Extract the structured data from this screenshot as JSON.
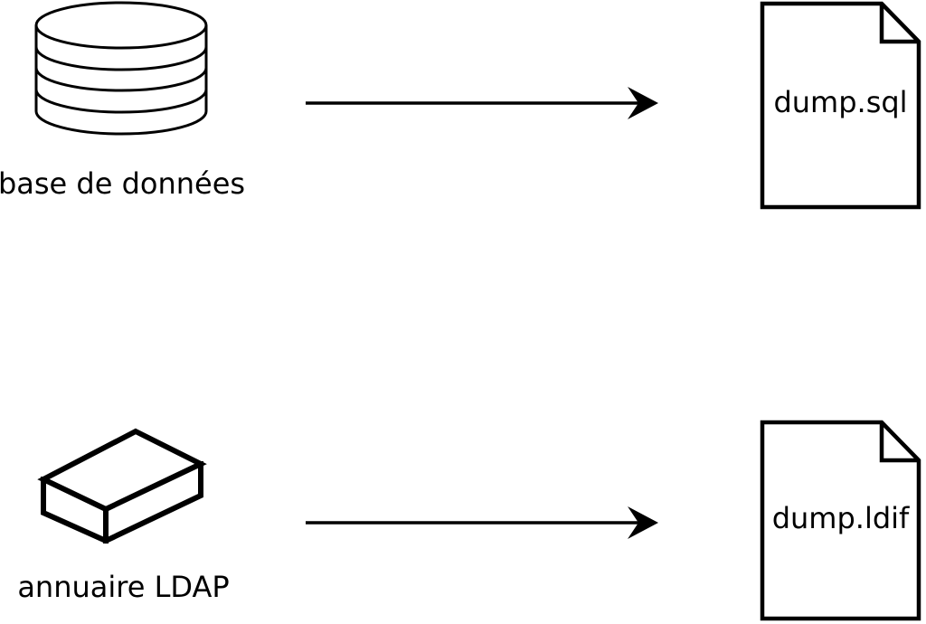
{
  "page": {
    "background_color": "#ffffff",
    "ink_color": "#000000"
  },
  "rows": [
    {
      "source": {
        "icon": "database-cylinder-icon",
        "label": "base de données"
      },
      "arrow": {
        "icon": "right-arrow-icon",
        "direction": "right"
      },
      "target": {
        "icon": "document-file-icon",
        "filename": "dump.sql"
      }
    },
    {
      "source": {
        "icon": "ldap-box-icon",
        "label": "annuaire LDAP"
      },
      "arrow": {
        "icon": "right-arrow-icon",
        "direction": "right"
      },
      "target": {
        "icon": "document-file-icon",
        "filename": "dump.ldif"
      }
    }
  ]
}
